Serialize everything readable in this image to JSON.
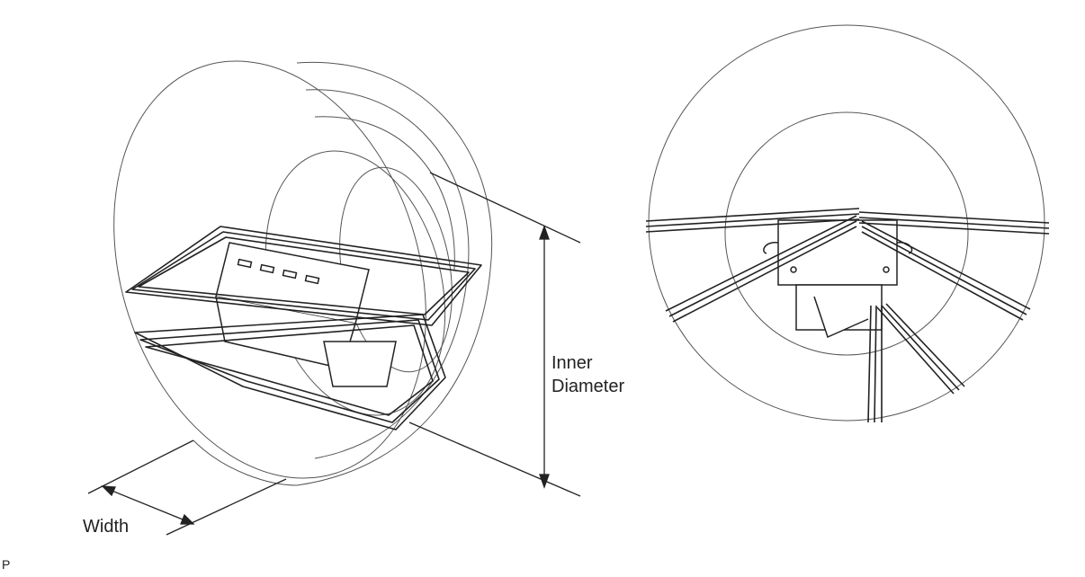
{
  "labels": {
    "inner": "Inner",
    "diameter": "Diameter",
    "width": "Width",
    "figure_code": "P"
  },
  "colors": {
    "line": "#222222",
    "thin_line": "#555555",
    "background": "#ffffff"
  }
}
